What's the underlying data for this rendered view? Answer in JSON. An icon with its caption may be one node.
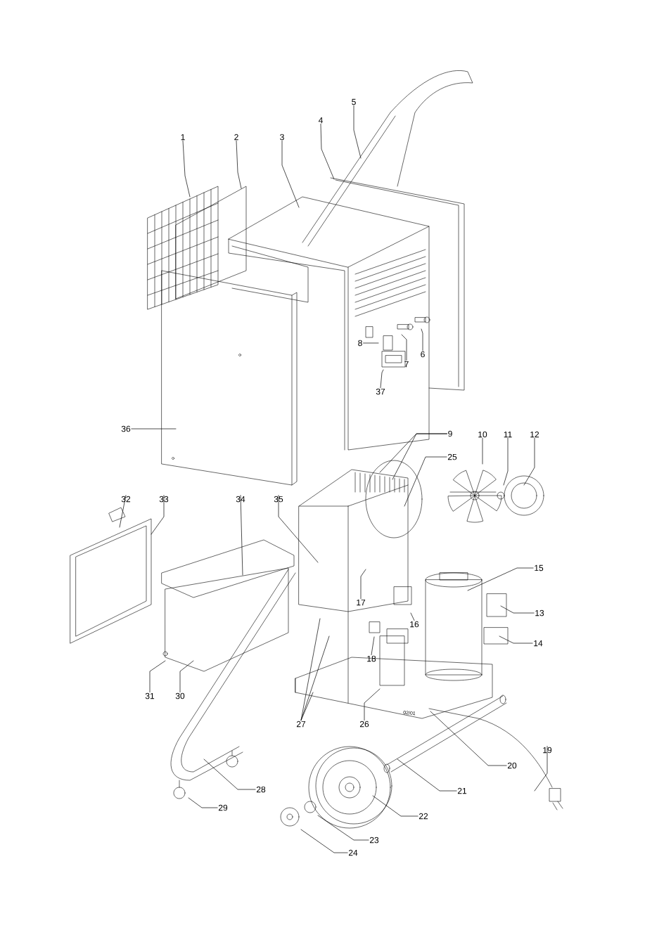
{
  "diagram": {
    "nodes": [
      {
        "text": [
          "1"
        ]
      },
      {
        "text": [
          "2"
        ]
      },
      {
        "text": [
          "3"
        ]
      },
      {
        "text": [
          "4"
        ]
      },
      {
        "text": [
          "5"
        ]
      },
      {
        "text": [
          "6"
        ]
      },
      {
        "text": [
          "7"
        ]
      },
      {
        "text": [
          "8"
        ]
      },
      {
        "text": [
          "9"
        ]
      },
      {
        "text": [
          "10"
        ]
      },
      {
        "text": [
          "11"
        ]
      },
      {
        "text": [
          "12"
        ]
      },
      {
        "text": [
          "13"
        ]
      },
      {
        "text": [
          "14"
        ]
      },
      {
        "text": [
          "15"
        ]
      },
      {
        "text": [
          "16"
        ]
      },
      {
        "text": [
          "17"
        ]
      },
      {
        "text": [
          "18"
        ]
      },
      {
        "text": [
          "19"
        ]
      },
      {
        "text": [
          "20"
        ]
      },
      {
        "text": [
          "21"
        ]
      },
      {
        "text": [
          "22"
        ]
      },
      {
        "text": [
          "23"
        ]
      },
      {
        "text": [
          "24"
        ]
      },
      {
        "text": [
          "25"
        ]
      },
      {
        "text": [
          "26"
        ]
      },
      {
        "text": [
          "27"
        ]
      },
      {
        "text": [
          "28"
        ]
      },
      {
        "text": [
          "29"
        ]
      },
      {
        "text": [
          "30"
        ]
      },
      {
        "text": [
          "31"
        ]
      },
      {
        "text": [
          "32"
        ]
      },
      {
        "text": [
          "33"
        ]
      },
      {
        "text": [
          "34"
        ]
      },
      {
        "text": [
          "35"
        ]
      },
      {
        "text": [
          "36"
        ]
      },
      {
        "text": [
          "37"
        ]
      }
    ],
    "edges": [
      {
        "from": 0,
        "to": null,
        "arrow": "none"
      },
      {
        "from": 1,
        "to": null,
        "arrow": "none"
      },
      {
        "from": 2,
        "to": null,
        "arrow": "none"
      },
      {
        "from": 3,
        "to": null,
        "arrow": "none"
      },
      {
        "from": 4,
        "to": null,
        "arrow": "none"
      },
      {
        "from": 5,
        "to": null,
        "arrow": "none"
      },
      {
        "from": 6,
        "to": null,
        "arrow": "none"
      },
      {
        "from": 7,
        "to": null,
        "arrow": "none"
      },
      {
        "from": 8,
        "to": null,
        "arrow": "none"
      },
      {
        "from": 8,
        "to": null,
        "arrow": "none"
      },
      {
        "from": 9,
        "to": null,
        "arrow": "none"
      },
      {
        "from": 10,
        "to": null,
        "arrow": "none"
      },
      {
        "from": 11,
        "to": null,
        "arrow": "none"
      },
      {
        "from": 12,
        "to": null,
        "arrow": "none"
      },
      {
        "from": 13,
        "to": null,
        "arrow": "none"
      },
      {
        "from": 14,
        "to": null,
        "arrow": "none"
      },
      {
        "from": 15,
        "to": null,
        "arrow": "none"
      },
      {
        "from": 16,
        "to": null,
        "arrow": "none"
      },
      {
        "from": 17,
        "to": null,
        "arrow": "none"
      },
      {
        "from": 18,
        "to": null,
        "arrow": "none"
      },
      {
        "from": 19,
        "to": null,
        "arrow": "none"
      },
      {
        "from": 20,
        "to": null,
        "arrow": "none"
      },
      {
        "from": 21,
        "to": null,
        "arrow": "none"
      },
      {
        "from": 22,
        "to": null,
        "arrow": "none"
      },
      {
        "from": 23,
        "to": null,
        "arrow": "none"
      },
      {
        "from": 24,
        "to": null,
        "arrow": "none"
      },
      {
        "from": 25,
        "to": null,
        "arrow": "none"
      },
      {
        "from": 26,
        "to": null,
        "arrow": "none"
      },
      {
        "from": 26,
        "to": null,
        "arrow": "none"
      },
      {
        "from": 26,
        "to": null,
        "arrow": "none"
      },
      {
        "from": 27,
        "to": null,
        "arrow": "none"
      },
      {
        "from": 28,
        "to": null,
        "arrow": "none"
      },
      {
        "from": 29,
        "to": null,
        "arrow": "none"
      },
      {
        "from": 30,
        "to": null,
        "arrow": "none"
      },
      {
        "from": 31,
        "to": null,
        "arrow": "none"
      },
      {
        "from": 32,
        "to": null,
        "arrow": "none"
      },
      {
        "from": 33,
        "to": null,
        "arrow": "none"
      },
      {
        "from": 34,
        "to": null,
        "arrow": "none"
      },
      {
        "from": 35,
        "to": null,
        "arrow": "none"
      },
      {
        "from": 36,
        "to": null,
        "arrow": "none"
      }
    ],
    "labels": [
      "02/01"
    ]
  }
}
